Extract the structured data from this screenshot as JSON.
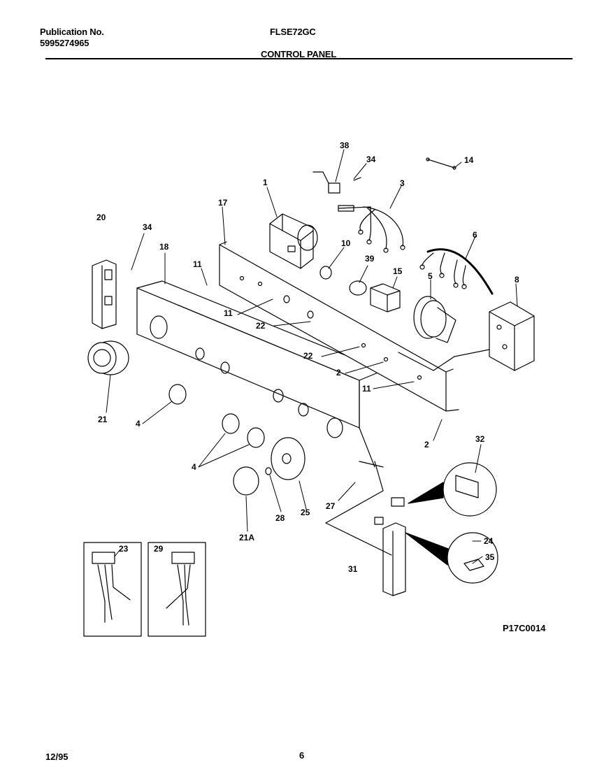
{
  "header": {
    "publication_label": "Publication No.",
    "publication_number": "5995274965",
    "model": "FLSE72GC",
    "section_title": "CONTROL PANEL"
  },
  "callouts": {
    "c38": "38",
    "c34a": "34",
    "c14": "14",
    "c1": "1",
    "c3": "3",
    "c17": "17",
    "c20": "20",
    "c34b": "34",
    "c18": "18",
    "c11a": "11",
    "c10": "10",
    "c6": "6",
    "c39": "39",
    "c15": "15",
    "c5": "5",
    "c8": "8",
    "c11b": "11",
    "c22a": "22",
    "c22b": "22",
    "c2a": "2",
    "c11c": "11",
    "c21": "21",
    "c4a": "4",
    "c2b": "2",
    "c32": "32",
    "c4b": "4",
    "c27": "27",
    "c28": "28",
    "c25": "25",
    "c21A": "21A",
    "c23": "23",
    "c29": "29",
    "c24": "24",
    "c35": "35",
    "c31": "31"
  },
  "diagram_code": "P17C0014",
  "footer": {
    "date": "12/95",
    "page": "6"
  }
}
